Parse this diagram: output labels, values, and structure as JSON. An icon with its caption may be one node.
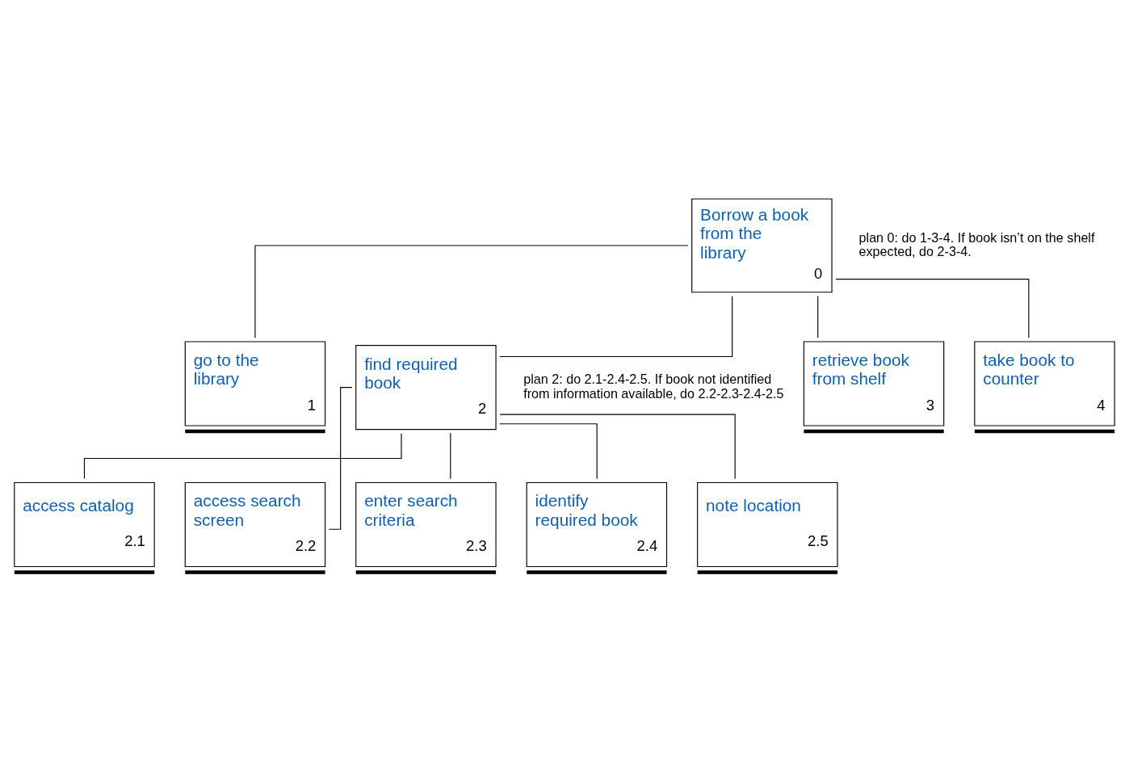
{
  "diagram": {
    "nodes": [
      {
        "text": [
          "Borrow a book from the library",
          "0"
        ],
        "beside": [
          "plan 0: do 1-3-4. If book isn’t on the shelf expected, do 2-3-4."
        ]
      },
      {
        "text": [
          "go to the library",
          "1"
        ]
      },
      {
        "text": [
          "find required book",
          "2"
        ],
        "beside": [
          "plan 2: do 2.1-2.4-2.5. If book not identified from information available, do 2.2-2.3-2.4-2.5"
        ]
      },
      {
        "text": [
          "retrieve book from shelf",
          "3"
        ]
      },
      {
        "text": [
          "take book to counter",
          "4"
        ]
      },
      {
        "text": [
          "access catalog",
          "2.1"
        ]
      },
      {
        "text": [
          "access search screen",
          "2.2"
        ]
      },
      {
        "text": [
          "enter search criteria",
          "2.3"
        ]
      },
      {
        "text": [
          "identify required book",
          "2.4"
        ]
      },
      {
        "text": [
          "note location",
          "2.5"
        ]
      }
    ],
    "edges": [
      {
        "from": 0,
        "to": 1,
        "arrow": "none"
      },
      {
        "from": 0,
        "to": 2,
        "arrow": "none"
      },
      {
        "from": 0,
        "to": 3,
        "arrow": "none"
      },
      {
        "from": 0,
        "to": 4,
        "arrow": "none"
      },
      {
        "from": 2,
        "to": 5,
        "arrow": "none"
      },
      {
        "from": 2,
        "to": 6,
        "arrow": "none"
      },
      {
        "from": 2,
        "to": 7,
        "arrow": "none"
      },
      {
        "from": 2,
        "to": 8,
        "arrow": "none"
      },
      {
        "from": 2,
        "to": 9,
        "arrow": "none"
      }
    ]
  }
}
